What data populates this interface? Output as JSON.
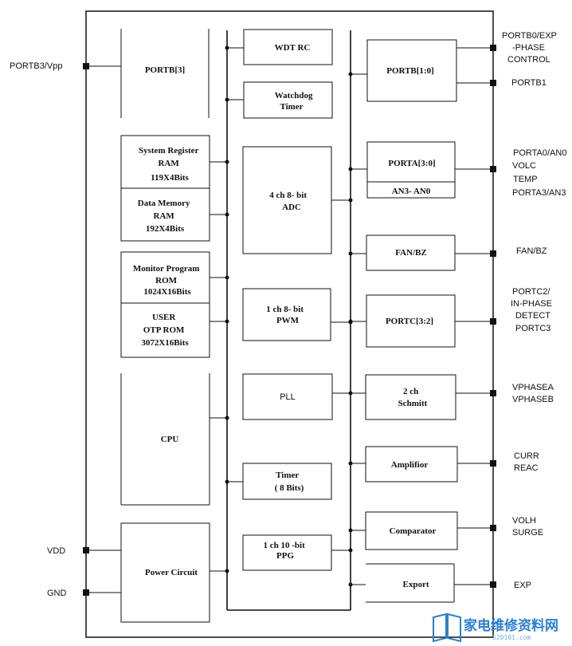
{
  "blocks": {
    "portb3": [
      "PORTB[3]"
    ],
    "sysreg": [
      "System Register",
      "RAM",
      "119X4Bits"
    ],
    "datamem": [
      "Data Memory",
      "RAM",
      "192X4Bits"
    ],
    "monrom": [
      "Monitor Program",
      "ROM",
      "1024X16Bits"
    ],
    "userotp": [
      "USER",
      "OTP ROM",
      "3072X16Bits"
    ],
    "cpu": [
      "CPU"
    ],
    "power": [
      "Power Circuit"
    ],
    "wdtrc": [
      "WDT RC"
    ],
    "watchdog": [
      "Watchdog",
      "Timer"
    ],
    "adc": [
      "4  ch 8- bit",
      "ADC"
    ],
    "pwm": [
      "1  ch 8- bit",
      "PWM"
    ],
    "pll": [
      "PLL"
    ],
    "timer": [
      "Timer",
      "( 8 Bits)"
    ],
    "ppg": [
      "1 ch 10 -bit",
      "PPG"
    ],
    "portb10": [
      "PORTB[1:0]"
    ],
    "porta": [
      "PORTA[3:0]"
    ],
    "an": [
      "AN3- AN0"
    ],
    "fanbz": [
      "FAN/BZ"
    ],
    "portc": [
      "PORTC[3:2]"
    ],
    "schmitt": [
      "2 ch",
      "Schmitt"
    ],
    "amp": [
      "Amplifior"
    ],
    "comp": [
      "Comparator"
    ],
    "export": [
      "Export"
    ]
  },
  "pins": {
    "portb3_vpp": [
      "PORTB3/Vpp"
    ],
    "vdd": [
      "VDD"
    ],
    "gnd": [
      "GND"
    ],
    "portb0": [
      "PORTB0/EXP",
      "-PHASE",
      "CONTROL"
    ],
    "portb1": [
      "PORTB1"
    ],
    "porta_group": [
      "PORTA0/AN0",
      "VOLC",
      "TEMP",
      "PORTA3/AN3"
    ],
    "fan": [
      "FAN/BZ"
    ],
    "portc_group": [
      "PORTC2/",
      "IN-PHASE",
      "DETECT",
      "PORTC3"
    ],
    "vphase": [
      "VPHASEA",
      "VPHASEB"
    ],
    "curr": [
      "CURR",
      "REAC"
    ],
    "volh": [
      "VOLH",
      "SURGE"
    ],
    "exp": [
      "EXP"
    ]
  },
  "watermark": {
    "text": "家电维修资料网",
    "url": "520101.com"
  }
}
